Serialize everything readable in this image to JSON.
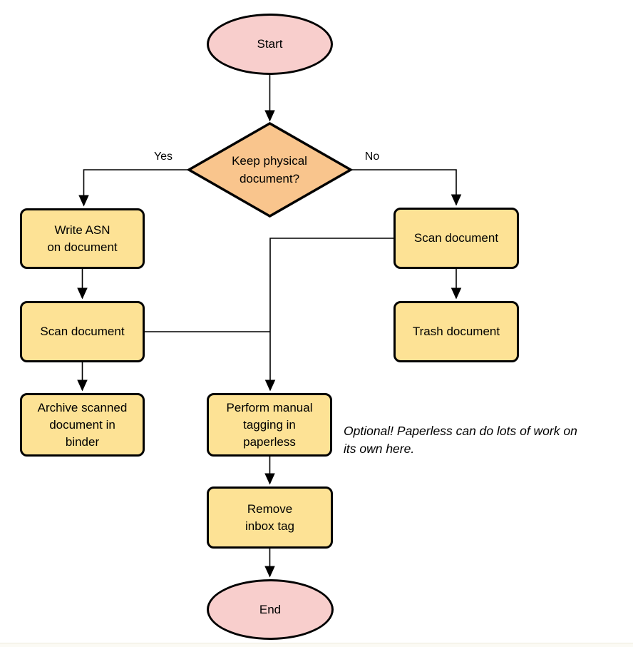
{
  "colors": {
    "terminator_fill": "#F8CECC",
    "process_fill": "#FDE295",
    "decision_fill": "#F9C58D",
    "stroke": "#000000"
  },
  "nodes": {
    "start": {
      "label": "Start"
    },
    "decision": {
      "lines": [
        "Keep physical",
        "document?"
      ]
    },
    "write_asn": {
      "lines": [
        "Write ASN",
        "on document"
      ]
    },
    "scan_left": {
      "label": "Scan document"
    },
    "archive": {
      "lines": [
        "Archive scanned",
        "document in",
        "binder"
      ]
    },
    "scan_right": {
      "label": "Scan document"
    },
    "trash": {
      "label": "Trash document"
    },
    "tagging": {
      "lines": [
        "Perform manual",
        "tagging in",
        "paperless"
      ]
    },
    "remove_inbox": {
      "lines": [
        "Remove",
        "inbox tag"
      ]
    },
    "end": {
      "label": "End"
    }
  },
  "edge_labels": {
    "yes": "Yes",
    "no": "No"
  },
  "annotation": {
    "lines": [
      "Optional! Paperless can do lots of work on",
      "its own here."
    ]
  }
}
